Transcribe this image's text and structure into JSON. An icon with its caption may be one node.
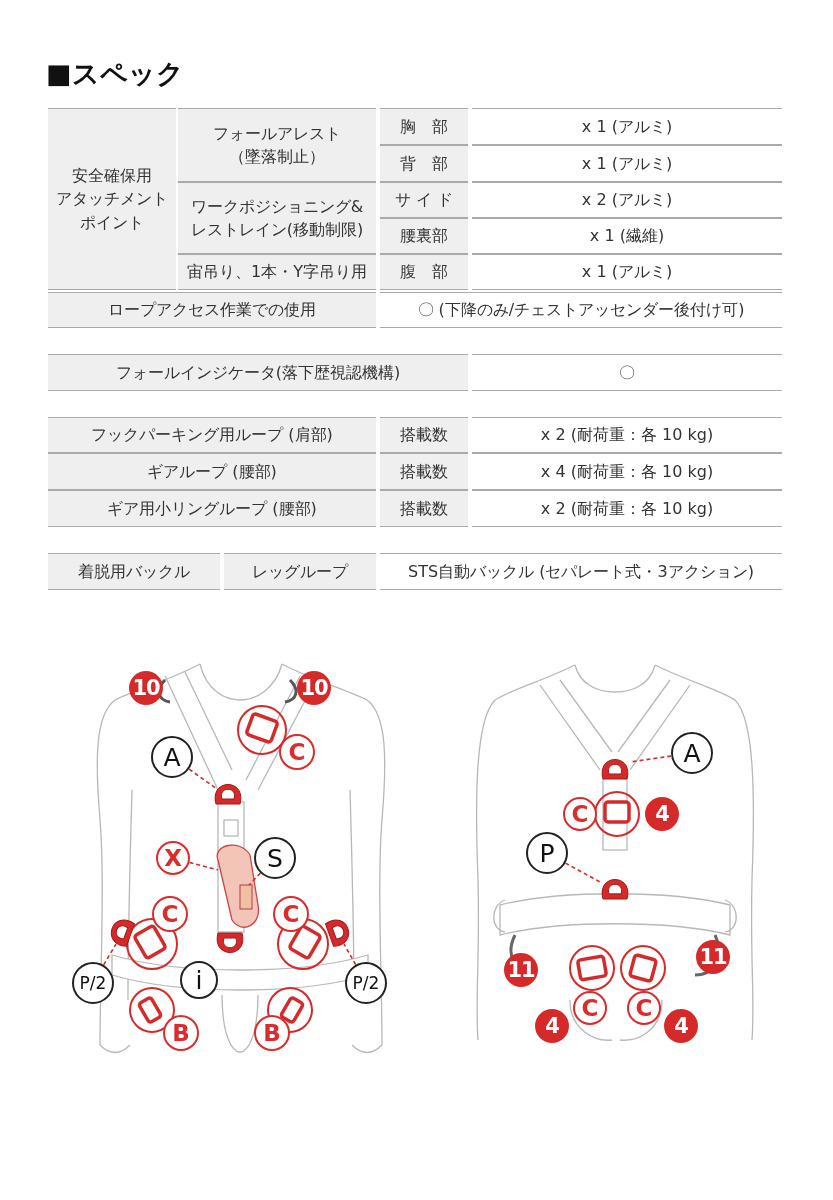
{
  "diagram": {
    "title": "■スペック",
    "nodes": [
      {
        "text": [
          "10"
        ]
      },
      {
        "text": [
          "10"
        ]
      },
      {
        "text": [
          "C"
        ]
      },
      {
        "text": [
          "A"
        ]
      },
      {
        "text": [
          "X"
        ]
      },
      {
        "text": [
          "S"
        ]
      },
      {
        "text": [
          "C"
        ]
      },
      {
        "text": [
          "C"
        ]
      },
      {
        "text": [
          "P/2"
        ]
      },
      {
        "text": [
          "i"
        ]
      },
      {
        "text": [
          "P/2"
        ]
      },
      {
        "text": [
          "B"
        ]
      },
      {
        "text": [
          "B"
        ]
      },
      {
        "text": [
          "A"
        ]
      },
      {
        "text": [
          "C"
        ]
      },
      {
        "text": [
          "4"
        ]
      },
      {
        "text": [
          "P"
        ]
      },
      {
        "text": [
          "11"
        ]
      },
      {
        "text": [
          "11"
        ]
      },
      {
        "text": [
          "C"
        ]
      },
      {
        "text": [
          "C"
        ]
      },
      {
        "text": [
          "4"
        ]
      },
      {
        "text": [
          "4"
        ]
      },
      {
        "text": [],
        "shape": "ring"
      },
      {
        "text": [],
        "shape": "carabiner"
      },
      {
        "text": [],
        "shape": "bar",
        "in": 24
      },
      {
        "text": [],
        "shape": "ring"
      },
      {
        "text": [],
        "shape": "ring"
      },
      {
        "text": [],
        "shape": "ring"
      },
      {
        "text": [],
        "shape": "ring"
      },
      {
        "text": [],
        "shape": "ring"
      }
    ],
    "edges": [
      {
        "from": 3,
        "to": 23,
        "arrow": "none",
        "style": "dashed"
      },
      {
        "from": 4,
        "to": 24,
        "arrow": "none",
        "style": "dashed"
      },
      {
        "from": 5,
        "to": 25,
        "arrow": "none",
        "style": "dashed"
      },
      {
        "from": 8,
        "to": 26,
        "arrow": "none",
        "style": "dashed"
      },
      {
        "from": 10,
        "to": 27,
        "arrow": "none",
        "style": "dashed"
      },
      {
        "from": 13,
        "to": 28,
        "arrow": "none",
        "style": "dashed"
      },
      {
        "from": 16,
        "to": 29,
        "arrow": "none",
        "style": "dashed"
      }
    ],
    "labels": [
      "安全確保用アタッチメントポイント",
      "フォールアレスト（墜落制止）",
      "胸　部",
      "x 1 (アルミ)",
      "背　部",
      "x 1 (アルミ)",
      "ワークポジショニング&レストレイン(移動制限)",
      "サ イ ド",
      "x 2 (アルミ)",
      "腰裏部",
      "x 1 (繊維)",
      "宙吊り、1本・Y字吊り用",
      "腹　部",
      "x 1 (アルミ)",
      "ロープアクセス作業での使用",
      "〇 (下降のみ/チェストアッセンダー後付け可)",
      "フォールインジケータ(落下歴視認機構)",
      "〇",
      "フックパーキング用ループ (肩部)",
      "搭載数",
      "x 2 (耐荷重：各 10 kg)",
      "ギアループ (腰部)",
      "搭載数",
      "x 4 (耐荷重：各 10 kg)",
      "ギア用小リングループ (腰部)",
      "搭載数",
      "x 2 (耐荷重：各 10 kg)",
      "着脱用バックル",
      "レッグループ",
      "STS自動バックル (セパレート式・3アクション)"
    ]
  }
}
